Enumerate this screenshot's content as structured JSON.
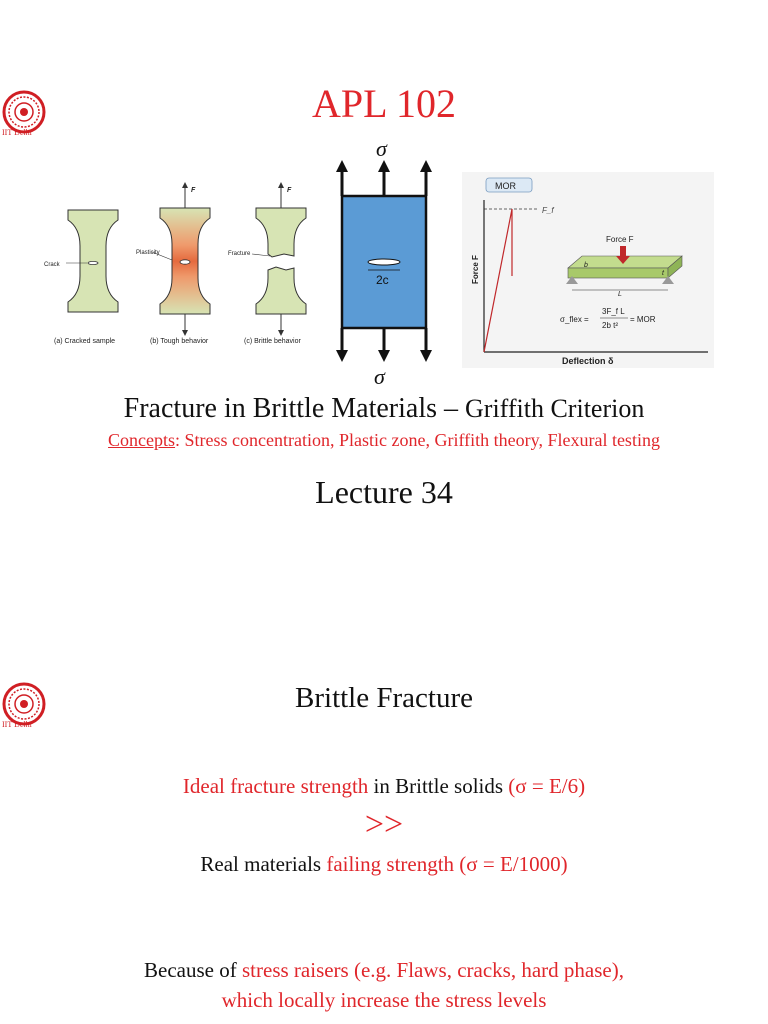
{
  "slide1": {
    "logo_caption": "IIT Delhi",
    "title": "APL 102",
    "figure_left": {
      "force_label": "F",
      "crack_label": "Crack",
      "plasticity_label": "Plasticity",
      "fracture_label": "Fracture",
      "caption_a": "(a) Cracked sample",
      "caption_b": "(b) Tough behavior",
      "caption_c": "(c) Brittle behavior"
    },
    "figure_center": {
      "sigma": "σ",
      "crack_length": "2c",
      "fill_color": "#5b9bd5"
    },
    "figure_right": {
      "mor_label": "MOR",
      "ff_label": "F_f",
      "y_axis": "Force F",
      "x_axis": "Deflection δ",
      "force_label": "Force F",
      "b_label": "b",
      "t_label": "t",
      "l_label": "L",
      "formula_lhs": "σ_flex =",
      "formula_num": "3F_f L",
      "formula_den": "2b t²",
      "formula_rhs": "= MOR"
    },
    "subtitle_part1": "Fracture in Brittle Materials",
    "subtitle_dash": " – ",
    "subtitle_part2": "Griffith Criterion",
    "concepts_label": "Concepts",
    "concepts_text": ": Stress concentration, Plastic zone, Griffith theory, Flexural testing",
    "lecture": "Lecture 34"
  },
  "slide2": {
    "logo_caption": "IIT Delhi",
    "title": "Brittle Fracture",
    "line1_red1": "Ideal fracture strength",
    "line1_black": " in Brittle solids ",
    "line1_red2": "(σ = E/6)",
    "comparator": ">>",
    "line2_black": "Real materials ",
    "line2_red": "failing strength (σ = E/1000)",
    "line3_black": "Because of ",
    "line3_red": "stress raisers (e.g. Flaws, cracks, hard phase),",
    "line4_red": "which locally increase the stress levels"
  },
  "colors": {
    "accent_red": "#e0262b",
    "specimen_green": "#d7e4b4",
    "plastic_orange": "#e8734a"
  }
}
